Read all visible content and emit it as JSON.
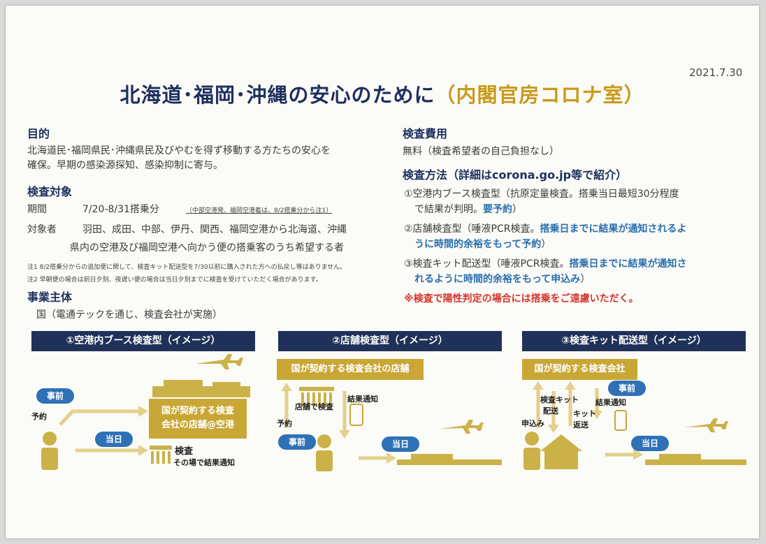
{
  "header": {
    "date": "2021.7.30",
    "title_main": "北海道･福岡･沖縄の安心のために",
    "title_org": "（内閣官房コロナ室）"
  },
  "purpose": {
    "heading": "目的",
    "line1": "北海道民･福岡県民･沖縄県民及びやむを得ず移動する方たちの安心を",
    "line2": "確保。早期の感染源探知、感染抑制に寄与。"
  },
  "target": {
    "heading": "検査対象",
    "period_label": "期間",
    "period_value": "7/20-8/31搭乗分",
    "period_note": "（中部空港発、福岡空港着は、8/2搭乗分から注1）",
    "subjects_label": "対象者",
    "subjects_line1": "羽田、成田、中部、伊丹、関西、福岡空港から北海道、沖縄",
    "subjects_line2": "県内の空港及び福岡空港へ向かう便の搭乗客のうち希望する者",
    "note1": "注1  8/2搭乗分からの追加便に関して、検査キット配送型を7/30以前に購入された方への払戻し等はありません。",
    "note2": "注2  早朝便の場合は前日夕刻、夜遅い便の場合は当日夕刻までに検査を受けていただく場合があります。"
  },
  "operator": {
    "heading": "事業主体",
    "text": "国（電通テックを通じ、検査会社が実施）"
  },
  "cost": {
    "heading": "検査費用",
    "text": "無料（検査希望者の自己負担なし）"
  },
  "method": {
    "heading": "検査方法（詳細はcorona.go.jp等で紹介）",
    "m1_line1": "①空港内ブース検査型（抗原定量検査。搭乗当日最短30分程度",
    "m1_line2": "で結果が判明。",
    "m1_line2_hl": "要予約",
    "m1_line2_end": "）",
    "m2_line1": "②店舗検査型（唾液PCR検査。",
    "m2_line1_hl": "搭乗日までに結果が通知されるよ",
    "m2_line2_hl": "うに時間的余裕をもって予約",
    "m2_line2_end": "）",
    "m3_line1": "③検査キット配送型（唾液PCR検査。",
    "m3_line1_hl": "搭乗日までに結果が通知さ",
    "m3_line2_hl": "れるように時間的余裕をもって申込み",
    "m3_line2_end": "）",
    "warning": "※検査で陽性判定の場合には搭乗をご遠慮いただく。"
  },
  "diagrams": {
    "banner1": "①空港内ブース検査型（イメージ）",
    "banner2": "②店舗検査型（イメージ）",
    "banner3": "③検査キット配送型（イメージ）",
    "advance": "事前",
    "sameday": "当日",
    "reservation": "予約",
    "result_notice": "結果通知",
    "p1_box_line1": "国が契約する検査",
    "p1_box_line2": "会社の店舗@空港",
    "p1_test": "検査",
    "p1_onsite": "その場で結果通知",
    "p2_box": "国が契約する検査会社の店舗",
    "p2_store_test": "店舗で検査",
    "p3_box": "国が契約する検査会社",
    "p3_kit_a": "検査キット",
    "p3_kit_b": "配送",
    "p3_return_a": "キット",
    "p3_return_b": "返送",
    "p3_apply": "申込み"
  }
}
